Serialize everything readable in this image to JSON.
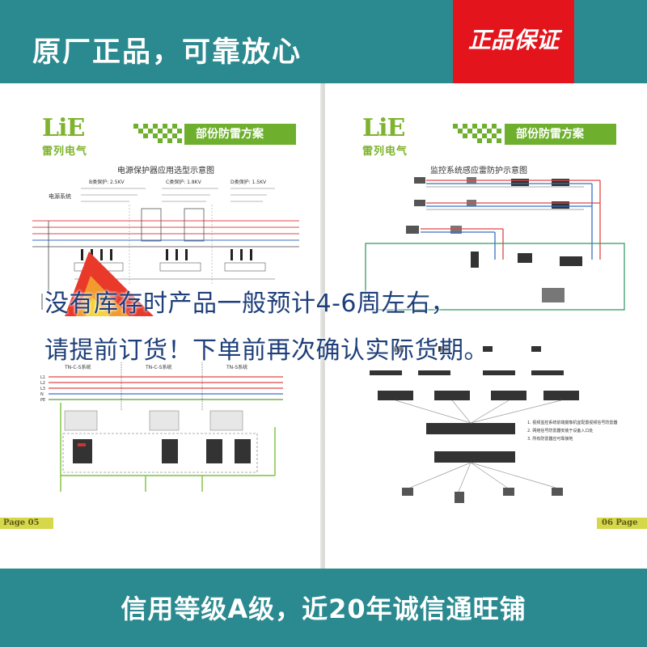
{
  "header": {
    "slogan": "原厂正品，可靠放心",
    "badge_text": "正品保证",
    "bar_color": "#2b8a90",
    "badge_color": "#e3141c"
  },
  "catalog": {
    "left_page": {
      "logo": "LiE",
      "logo_sub": "雷列电气",
      "section_title": "部份防雷方案",
      "diagram_title_top": "电源保护器应用选型示意图",
      "label_power_system": "电源系统",
      "level_b": "B类保护: 2.5KV",
      "level_c": "C类保护: 1.8KV",
      "level_d": "D类保护: 1.5KV",
      "phase_labels": [
        "TN-C-S系统",
        "TN-C-S系统",
        "TN-S系统"
      ],
      "line_labels": [
        "L1",
        "L2",
        "L3",
        "N",
        "PE"
      ],
      "page_tag": "Page 05"
    },
    "right_page": {
      "logo": "LiE",
      "logo_sub": "雷列电气",
      "section_title": "部份防雷方案",
      "diagram_title_top": "监控系统感应雷防护示意图",
      "note_lines": [
        "1. 视频监控系统前端摄像机宜配置视频信号防雷器",
        "2. 网络信号防雷器安装于设备入口处",
        "3. 所有防雷器应可靠接地"
      ],
      "page_tag": "06 Page"
    },
    "brand_green": "#6eb02e"
  },
  "notice": {
    "line1": "没有库存时产品一般预计4-6周左右，",
    "line2": "请提前订货！下单前再次确认实际货期。"
  },
  "footer": {
    "text": "信用等级A级，近20年诚信通旺铺"
  }
}
